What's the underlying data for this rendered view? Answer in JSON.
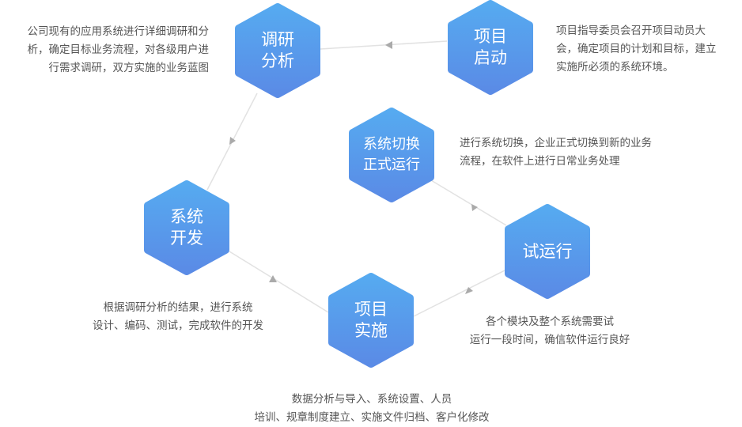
{
  "colors": {
    "hex_top": "#56aaf0",
    "hex_bottom": "#5a8be6",
    "line": "#dddddd",
    "arrow": "#aaaaaa",
    "text": "#555555"
  },
  "steps": [
    {
      "id": "kickoff",
      "line1": "项目",
      "line2": "启动",
      "desc": [
        "项目指导委员会召开项目动员大",
        "会，确定项目的计划和目标，建立",
        "实施所必须的系统环境。"
      ]
    },
    {
      "id": "research",
      "line1": "调研",
      "line2": "分析",
      "desc": [
        "公司现有的应用系统进行详细调研和分",
        "析，确定目标业务流程，对各级用户进",
        "行需求调研，双方实施的业务蓝图"
      ]
    },
    {
      "id": "develop",
      "line1": "系统",
      "line2": "开发",
      "desc": [
        "根据调研分析的结果，进行系统",
        "设计、编码、测试，完成软件的开发"
      ]
    },
    {
      "id": "implement",
      "line1": "项目",
      "line2": "实施",
      "desc": [
        "数据分析与导入、系统设置、人员",
        "培训、规章制度建立、实施文件归档、客户化修改"
      ]
    },
    {
      "id": "trial",
      "line1": "试运行",
      "line2": "",
      "desc": [
        "各个模块及整个系统需要试",
        "运行一段时间，确信软件运行良好"
      ]
    },
    {
      "id": "golive",
      "line1": "系统切换",
      "line2": "正式运行",
      "desc": [
        "进行系统切换，企业正式切换到新的业务",
        "流程，在软件上进行日常业务处理"
      ]
    }
  ]
}
